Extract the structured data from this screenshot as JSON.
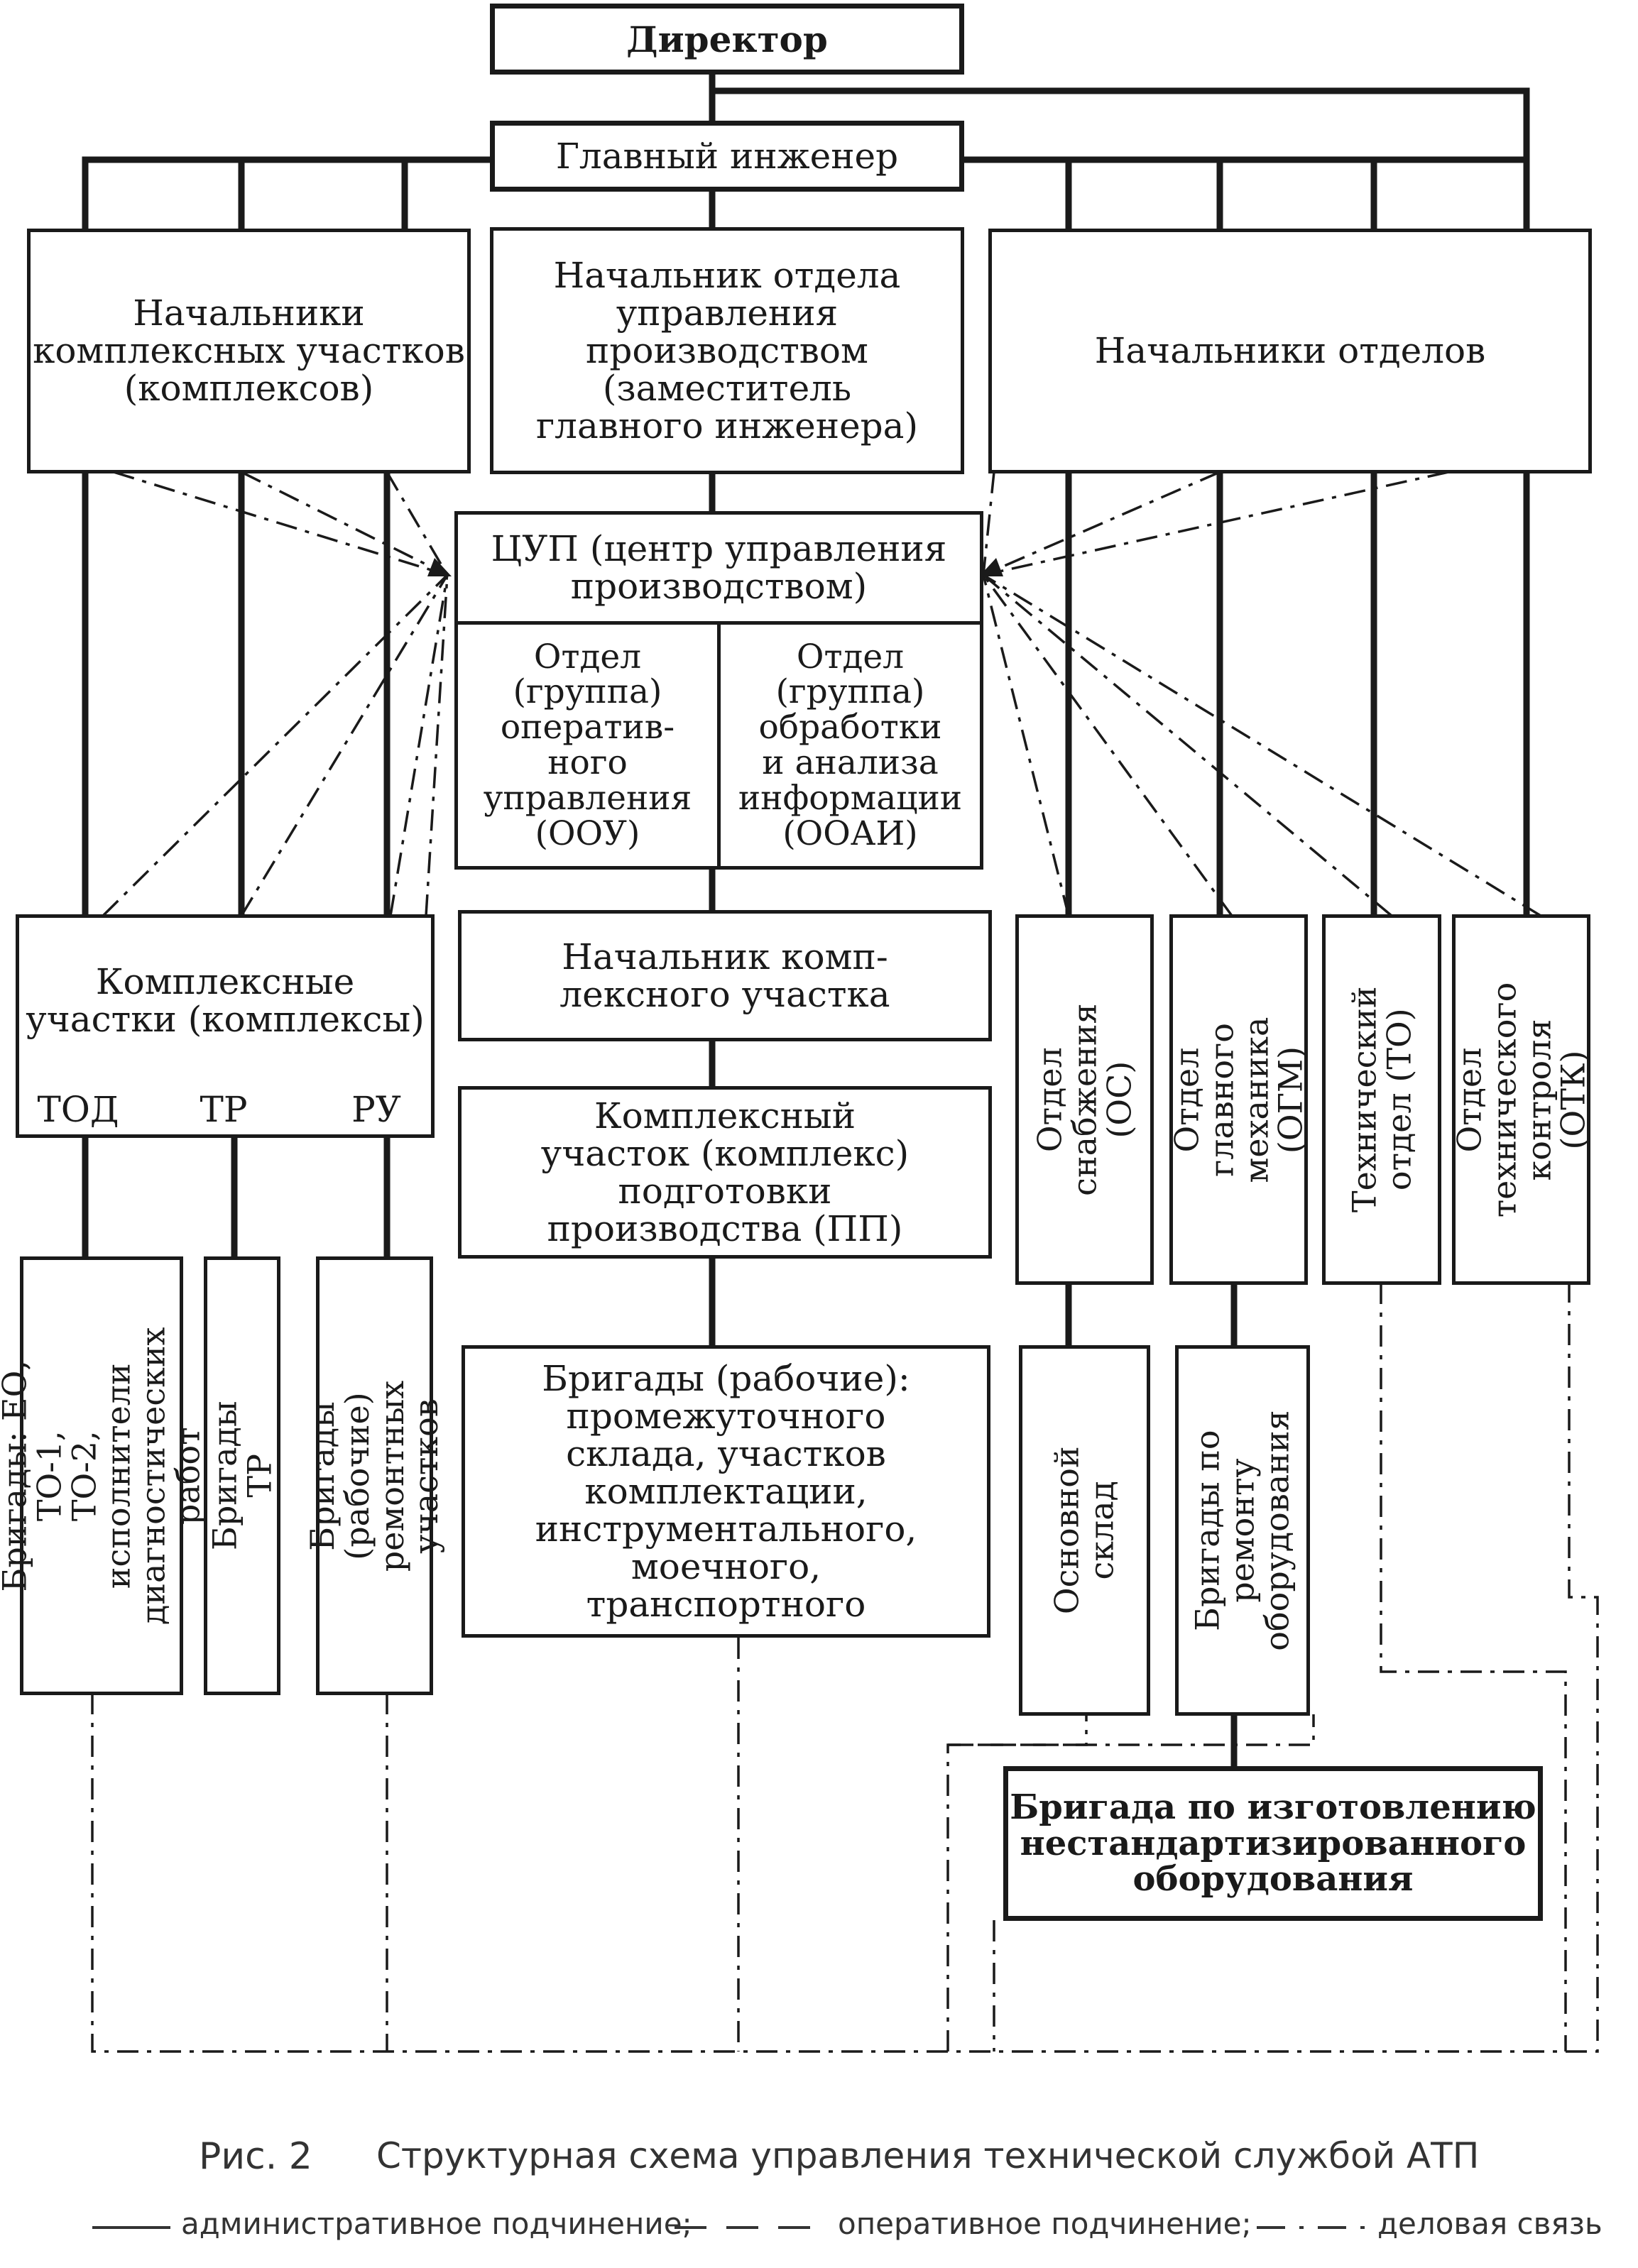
{
  "nodes": {
    "director": "Директор",
    "chief_engineer": "Главный инженер",
    "complex_heads": "Начальники\nкомплексных участков\n(комплексов)",
    "prod_mgmt_head": "Начальник отдела\nуправления\nпроизводством\n(заместитель\nглавного инженера)",
    "dept_heads": "Начальники отделов",
    "cup": "ЦУП (центр управления\nпроизводством)",
    "oou": "Отдел\n(группа)\nоператив-\nного\nуправления\n(ООУ)",
    "ooai": "Отдел\n(группа)\nобработки\nи анализа\nинформации\n(ООАИ)",
    "complex_sections": "Комплексные\nучастки (комплексы)",
    "tod": "ТОД",
    "tr": "ТР",
    "ru": "РУ",
    "complex_section_head": "Начальник комп-\nлексного участка",
    "pp": "Комплексный\nучасток (комплекс)\nподготовки\nпроизводства (ПП)",
    "workers_pp": "Бригады (рабочие):\nпромежуточного\nсклада, участков\nкомплектации,\nинструментального,\nмоечного,\nтранспортного",
    "brigades_eo": "Бригады: ЕО, ТО-1,\nТО-2, исполнители\nдиагностических\nработ",
    "brigades_tr": "Бригады ТР",
    "brigades_ru": "Бригады (рабочие)\nремонтных\nучастков",
    "dept_os": "Отдел\nснабжения\n(ОС)",
    "dept_ogm": "Отдел\nглавного\nмеханика (ОГМ)",
    "dept_to": "Технический\nотдел (ТО)",
    "dept_otk": "Отдел\nтехнического\nконтроля (ОТК)",
    "main_warehouse": "Основной\nсклад",
    "brigades_repair": "Бригады по\nремонту\nоборудования",
    "brigade_nonstd": "Бригада по изготовлению\nнестандартизированного\nоборудования"
  },
  "caption": {
    "figure": "Рис. 2",
    "title": "Структурная схема управления технической службой АТП",
    "legend_admin": "административное подчинение;",
    "legend_oper": "оперативное подчинение;",
    "legend_business": "деловая связь"
  }
}
